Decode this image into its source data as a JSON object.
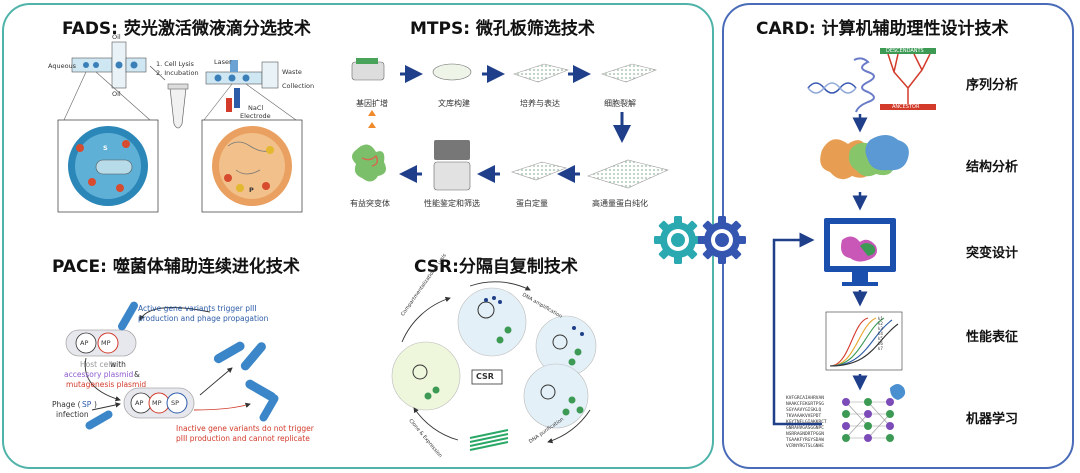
{
  "fads": {
    "title": "FADS: 荧光激活微液滴分选技术",
    "aqueous": "Aqueous",
    "oil_top": "Oil",
    "oil_bottom": "Oil",
    "step1": "1. Cell Lysis",
    "step2": "2. Incubation",
    "laser": "Laser",
    "waste": "Waste",
    "collection": "Collection",
    "nacl": "NaCl",
    "electrode": "Electrode",
    "drop_s": "S",
    "drop_p": "P"
  },
  "mtps": {
    "title": "MTPS: 微孔板筛选技术",
    "steps": [
      "基因扩增",
      "文库构建",
      "培养与表达",
      "细胞裂解",
      "高通量蛋白纯化",
      "蛋白定量",
      "性能鉴定和筛选",
      "有益突变体"
    ]
  },
  "pace": {
    "title": "PACE: 噬菌体辅助连续进化技术",
    "active": "Active gene variants trigger pIII",
    "active2": "production and phage propagation",
    "host1": "Host cells",
    "host_with": "with",
    "host2": "accessory plasmid",
    "host_amp": "&",
    "host3": "mutagenesis plasmid",
    "phage1": "Phage (",
    "phage_sp": "SP",
    "phage2": ")",
    "infection": "infection",
    "inactive1": "Inactive gene variants do not trigger",
    "inactive2": "pIII production and cannot replicate",
    "ap": "AP",
    "mp": "MP",
    "sp": "SP"
  },
  "csr": {
    "title": "CSR:分隔自复制技术",
    "center": "CSR",
    "arc1": "Compartmentalization & Lysis",
    "arc2": "DNA amplification",
    "arc3": "Clone & Expression",
    "arc4": "DNA purification"
  },
  "card": {
    "title": "CARD: 计算机辅助理性设计技术",
    "steps": [
      "序列分析",
      "结构分析",
      "突变设计",
      "性能表征",
      "机器学习"
    ],
    "tree_top": "DESCENDANTS",
    "tree_bottom": "ANCESTOR",
    "seqs": [
      "KVFGRCAIAHRVAN",
      "NAAKCFEKGRTPSG",
      "SGYAAVYGISKLQ",
      "TKVAAAKVVEPDT",
      "KGYTNFLGIAKKRCT",
      "GNRAHVGASGGNPC",
      "NSRRAGNDRTPGGN",
      "TGAAKFYRGYSDAW",
      "VCRNYRGTSLGNHE"
    ],
    "legend": [
      "k1",
      "k2",
      "k3",
      "k4",
      "k5",
      "k6",
      "k7"
    ]
  },
  "colors": {
    "left_border": "#4fb3aa",
    "right_border": "#4a6cb8",
    "arrow": "#1f3f8a",
    "gear_teal": "#2aa9b0",
    "gear_blue": "#3556b0"
  }
}
